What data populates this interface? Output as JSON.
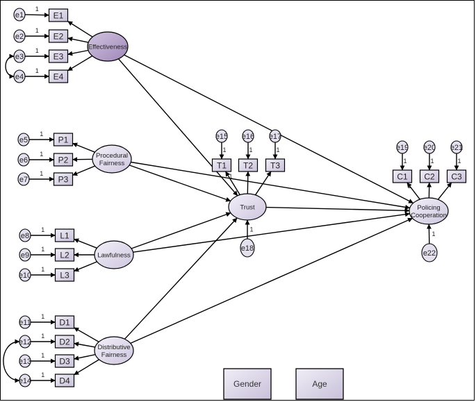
{
  "latents": [
    {
      "id": "effectiveness",
      "label": "Effectiveness",
      "fill": "#b49cc8"
    },
    {
      "id": "procedural",
      "label": "Procedural\nFairness",
      "fill": "#e6e2f0"
    },
    {
      "id": "lawfulness",
      "label": "Lawfulness",
      "fill": "#e6e2f0"
    },
    {
      "id": "distributive",
      "label": "Distributive\nFairness",
      "fill": "#e6e2f0"
    },
    {
      "id": "trust",
      "label": "Trust",
      "fill": "#e6e2f0"
    },
    {
      "id": "policing",
      "label": "Policing\nCooperation",
      "fill": "#e6e2f0"
    }
  ],
  "indicators": [
    {
      "id": "E1",
      "error": "e1",
      "latent": "effectiveness"
    },
    {
      "id": "E2",
      "error": "e2",
      "latent": "effectiveness"
    },
    {
      "id": "E3",
      "error": "e3",
      "latent": "effectiveness"
    },
    {
      "id": "E4",
      "error": "e4",
      "latent": "effectiveness"
    },
    {
      "id": "P1",
      "error": "e5",
      "latent": "procedural"
    },
    {
      "id": "P2",
      "error": "e6",
      "latent": "procedural"
    },
    {
      "id": "P3",
      "error": "e7",
      "latent": "procedural"
    },
    {
      "id": "L1",
      "error": "e8",
      "latent": "lawfulness"
    },
    {
      "id": "L2",
      "error": "e9",
      "latent": "lawfulness"
    },
    {
      "id": "L3",
      "error": "e10",
      "latent": "lawfulness"
    },
    {
      "id": "D1",
      "error": "e11",
      "latent": "distributive"
    },
    {
      "id": "D2",
      "error": "e12",
      "latent": "distributive"
    },
    {
      "id": "D3",
      "error": "e13",
      "latent": "distributive"
    },
    {
      "id": "D4",
      "error": "e14",
      "latent": "distributive"
    },
    {
      "id": "T1",
      "error": "e15",
      "latent": "trust"
    },
    {
      "id": "T2",
      "error": "e16",
      "latent": "trust"
    },
    {
      "id": "T3",
      "error": "e17",
      "latent": "trust"
    },
    {
      "id": "C1",
      "error": "e19",
      "latent": "policing"
    },
    {
      "id": "C2",
      "error": "e20",
      "latent": "policing"
    },
    {
      "id": "C3",
      "error": "e21",
      "latent": "policing"
    }
  ],
  "disturbances": [
    {
      "id": "e18",
      "latent": "trust"
    },
    {
      "id": "e22",
      "latent": "policing"
    }
  ],
  "fixed_loading": "1",
  "structural_paths": [
    {
      "from": "effectiveness",
      "to": "trust"
    },
    {
      "from": "effectiveness",
      "to": "policing"
    },
    {
      "from": "procedural",
      "to": "trust"
    },
    {
      "from": "procedural",
      "to": "policing"
    },
    {
      "from": "lawfulness",
      "to": "trust"
    },
    {
      "from": "lawfulness",
      "to": "policing"
    },
    {
      "from": "distributive",
      "to": "trust"
    },
    {
      "from": "distributive",
      "to": "policing"
    },
    {
      "from": "trust",
      "to": "policing"
    }
  ],
  "covariances": [
    {
      "between": [
        "e3",
        "e4"
      ]
    },
    {
      "between": [
        "e12",
        "e14"
      ]
    }
  ],
  "covariates": [
    {
      "id": "gender",
      "label": "Gender"
    },
    {
      "id": "age",
      "label": "Age"
    }
  ],
  "colors": {
    "observed_fill": "#dcdcec",
    "error_fill": "#e4e0ee",
    "line": "#000000"
  }
}
